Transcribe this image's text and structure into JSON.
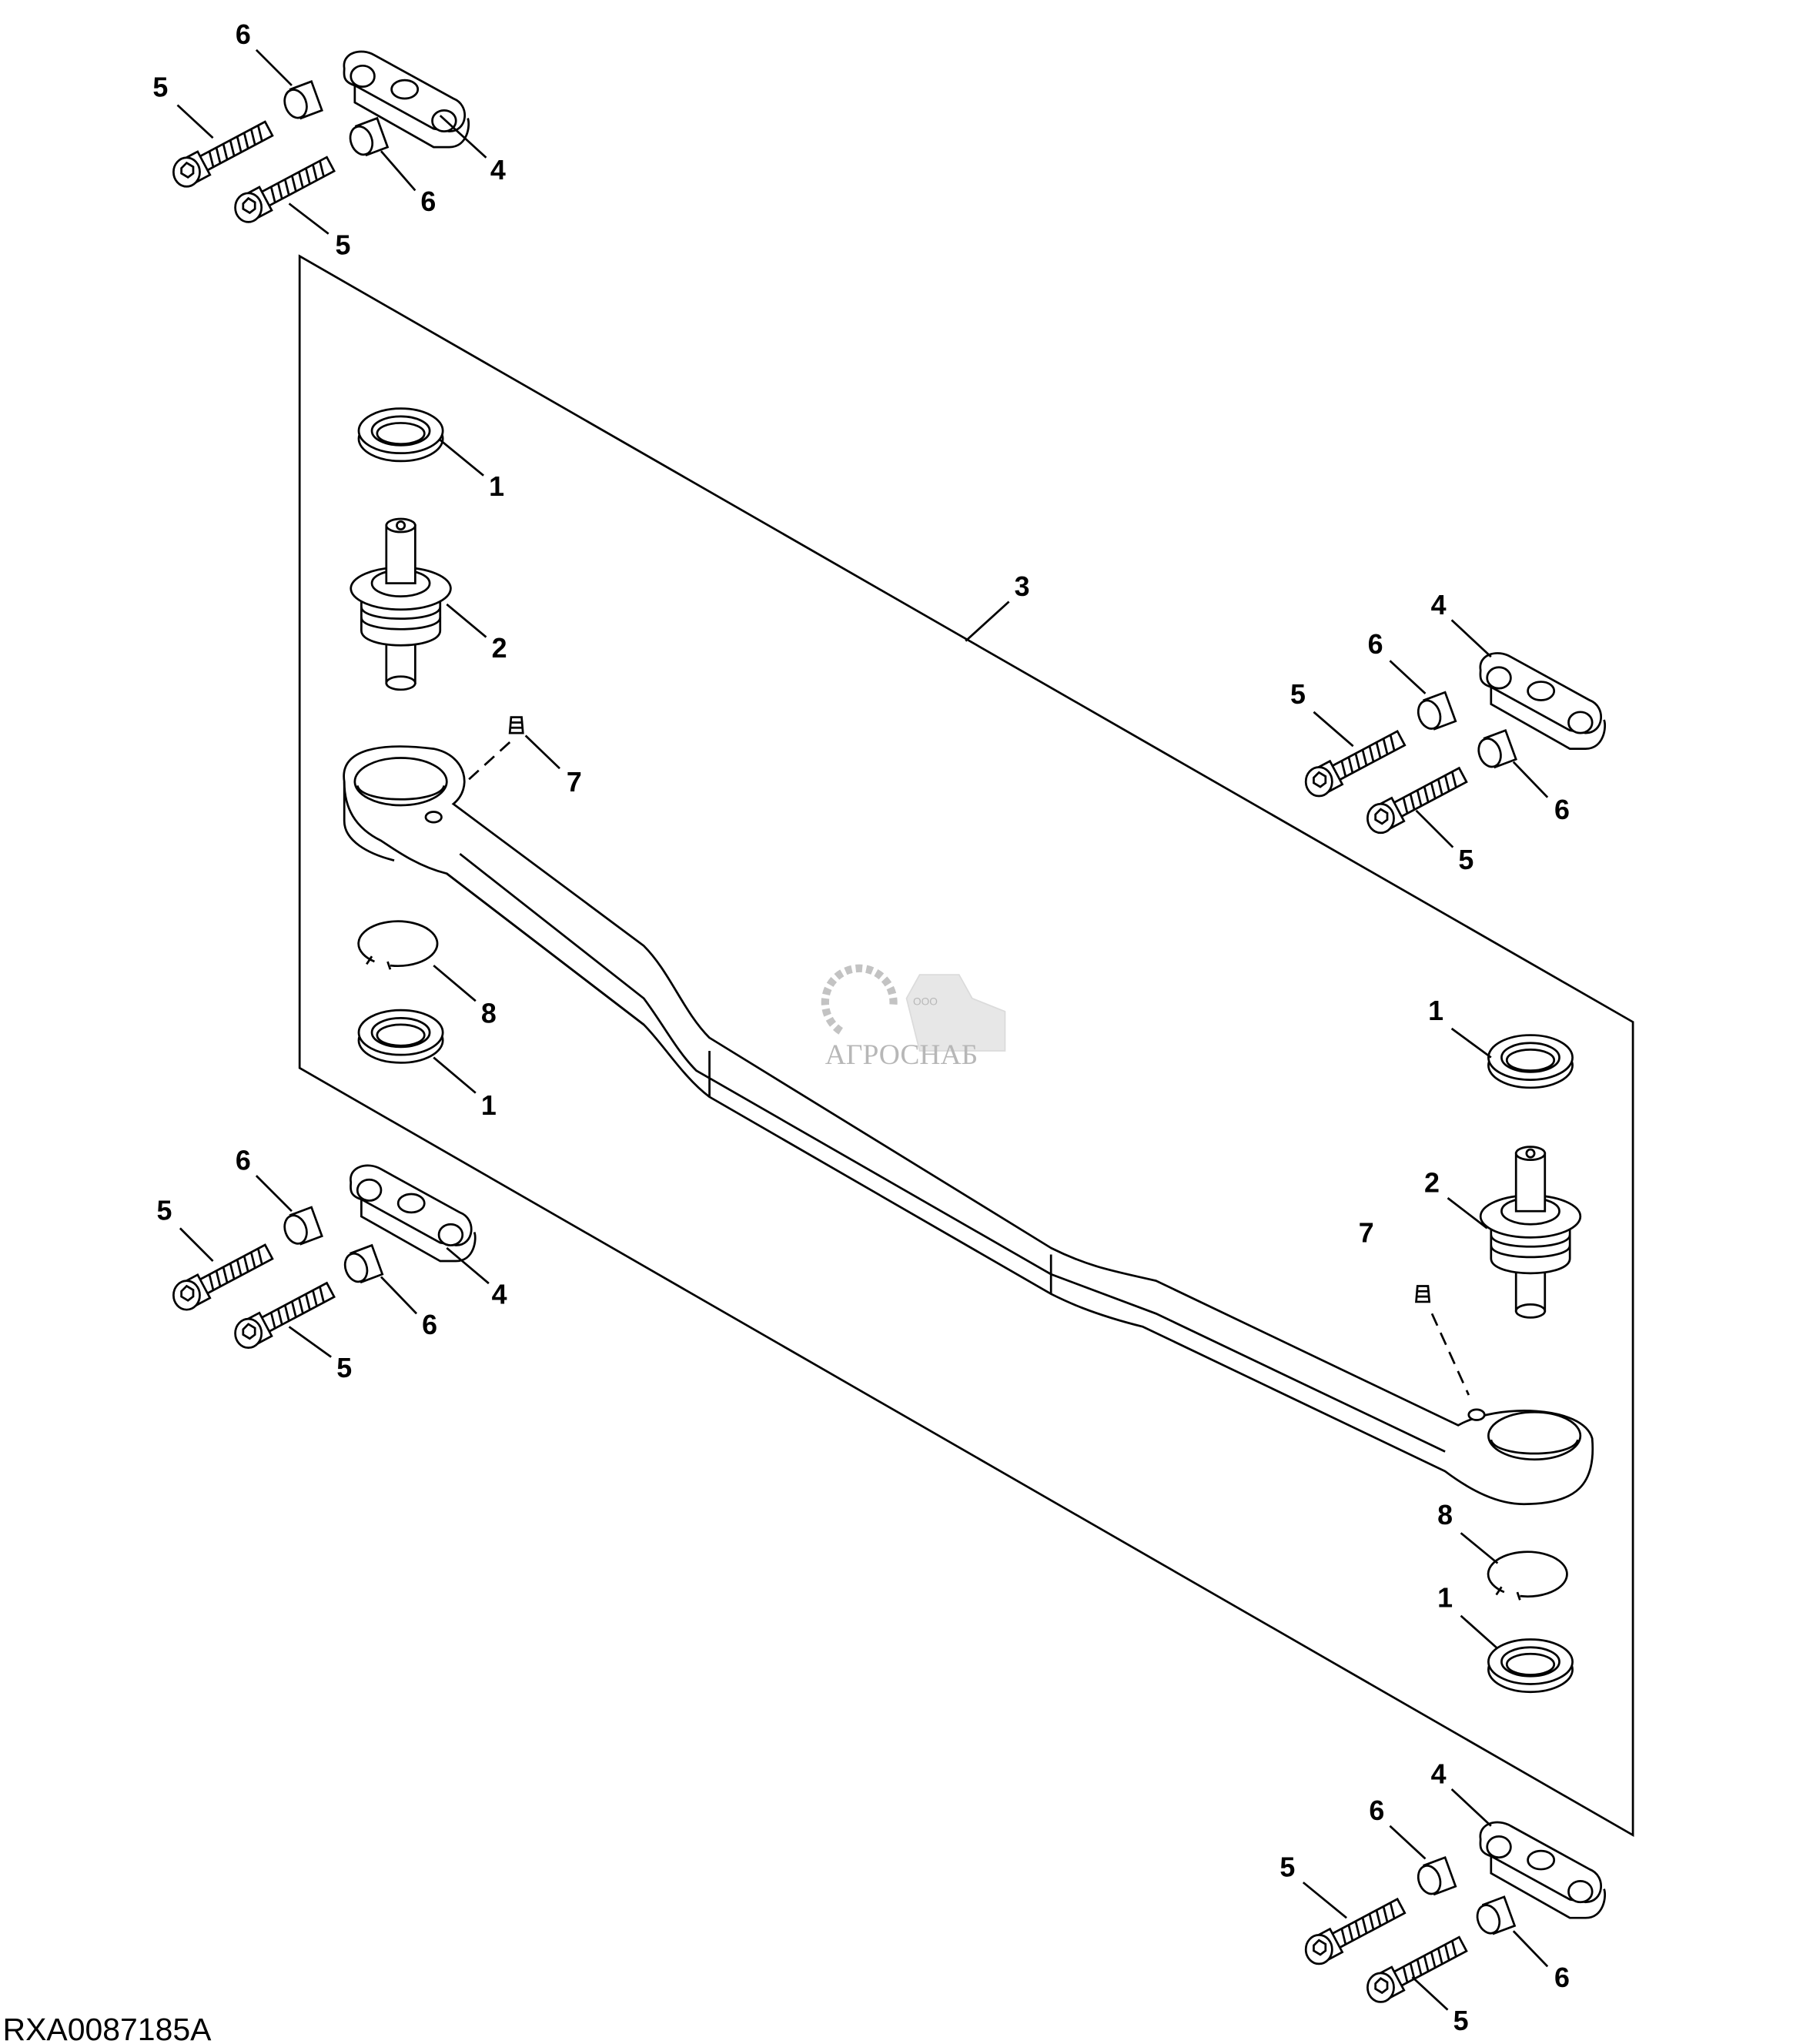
{
  "figure_reference": "RXA0087185A",
  "watermark": {
    "prefix": "ООО",
    "name": "АГРОСНАБ"
  },
  "callouts": {
    "c1": "1",
    "c2": "2",
    "c3": "3",
    "c4": "4",
    "c5": "5",
    "c6": "6",
    "c7": "7",
    "c8": "8"
  },
  "colors": {
    "line": "#000000",
    "background": "#ffffff",
    "watermark": "#9a9a9a"
  }
}
